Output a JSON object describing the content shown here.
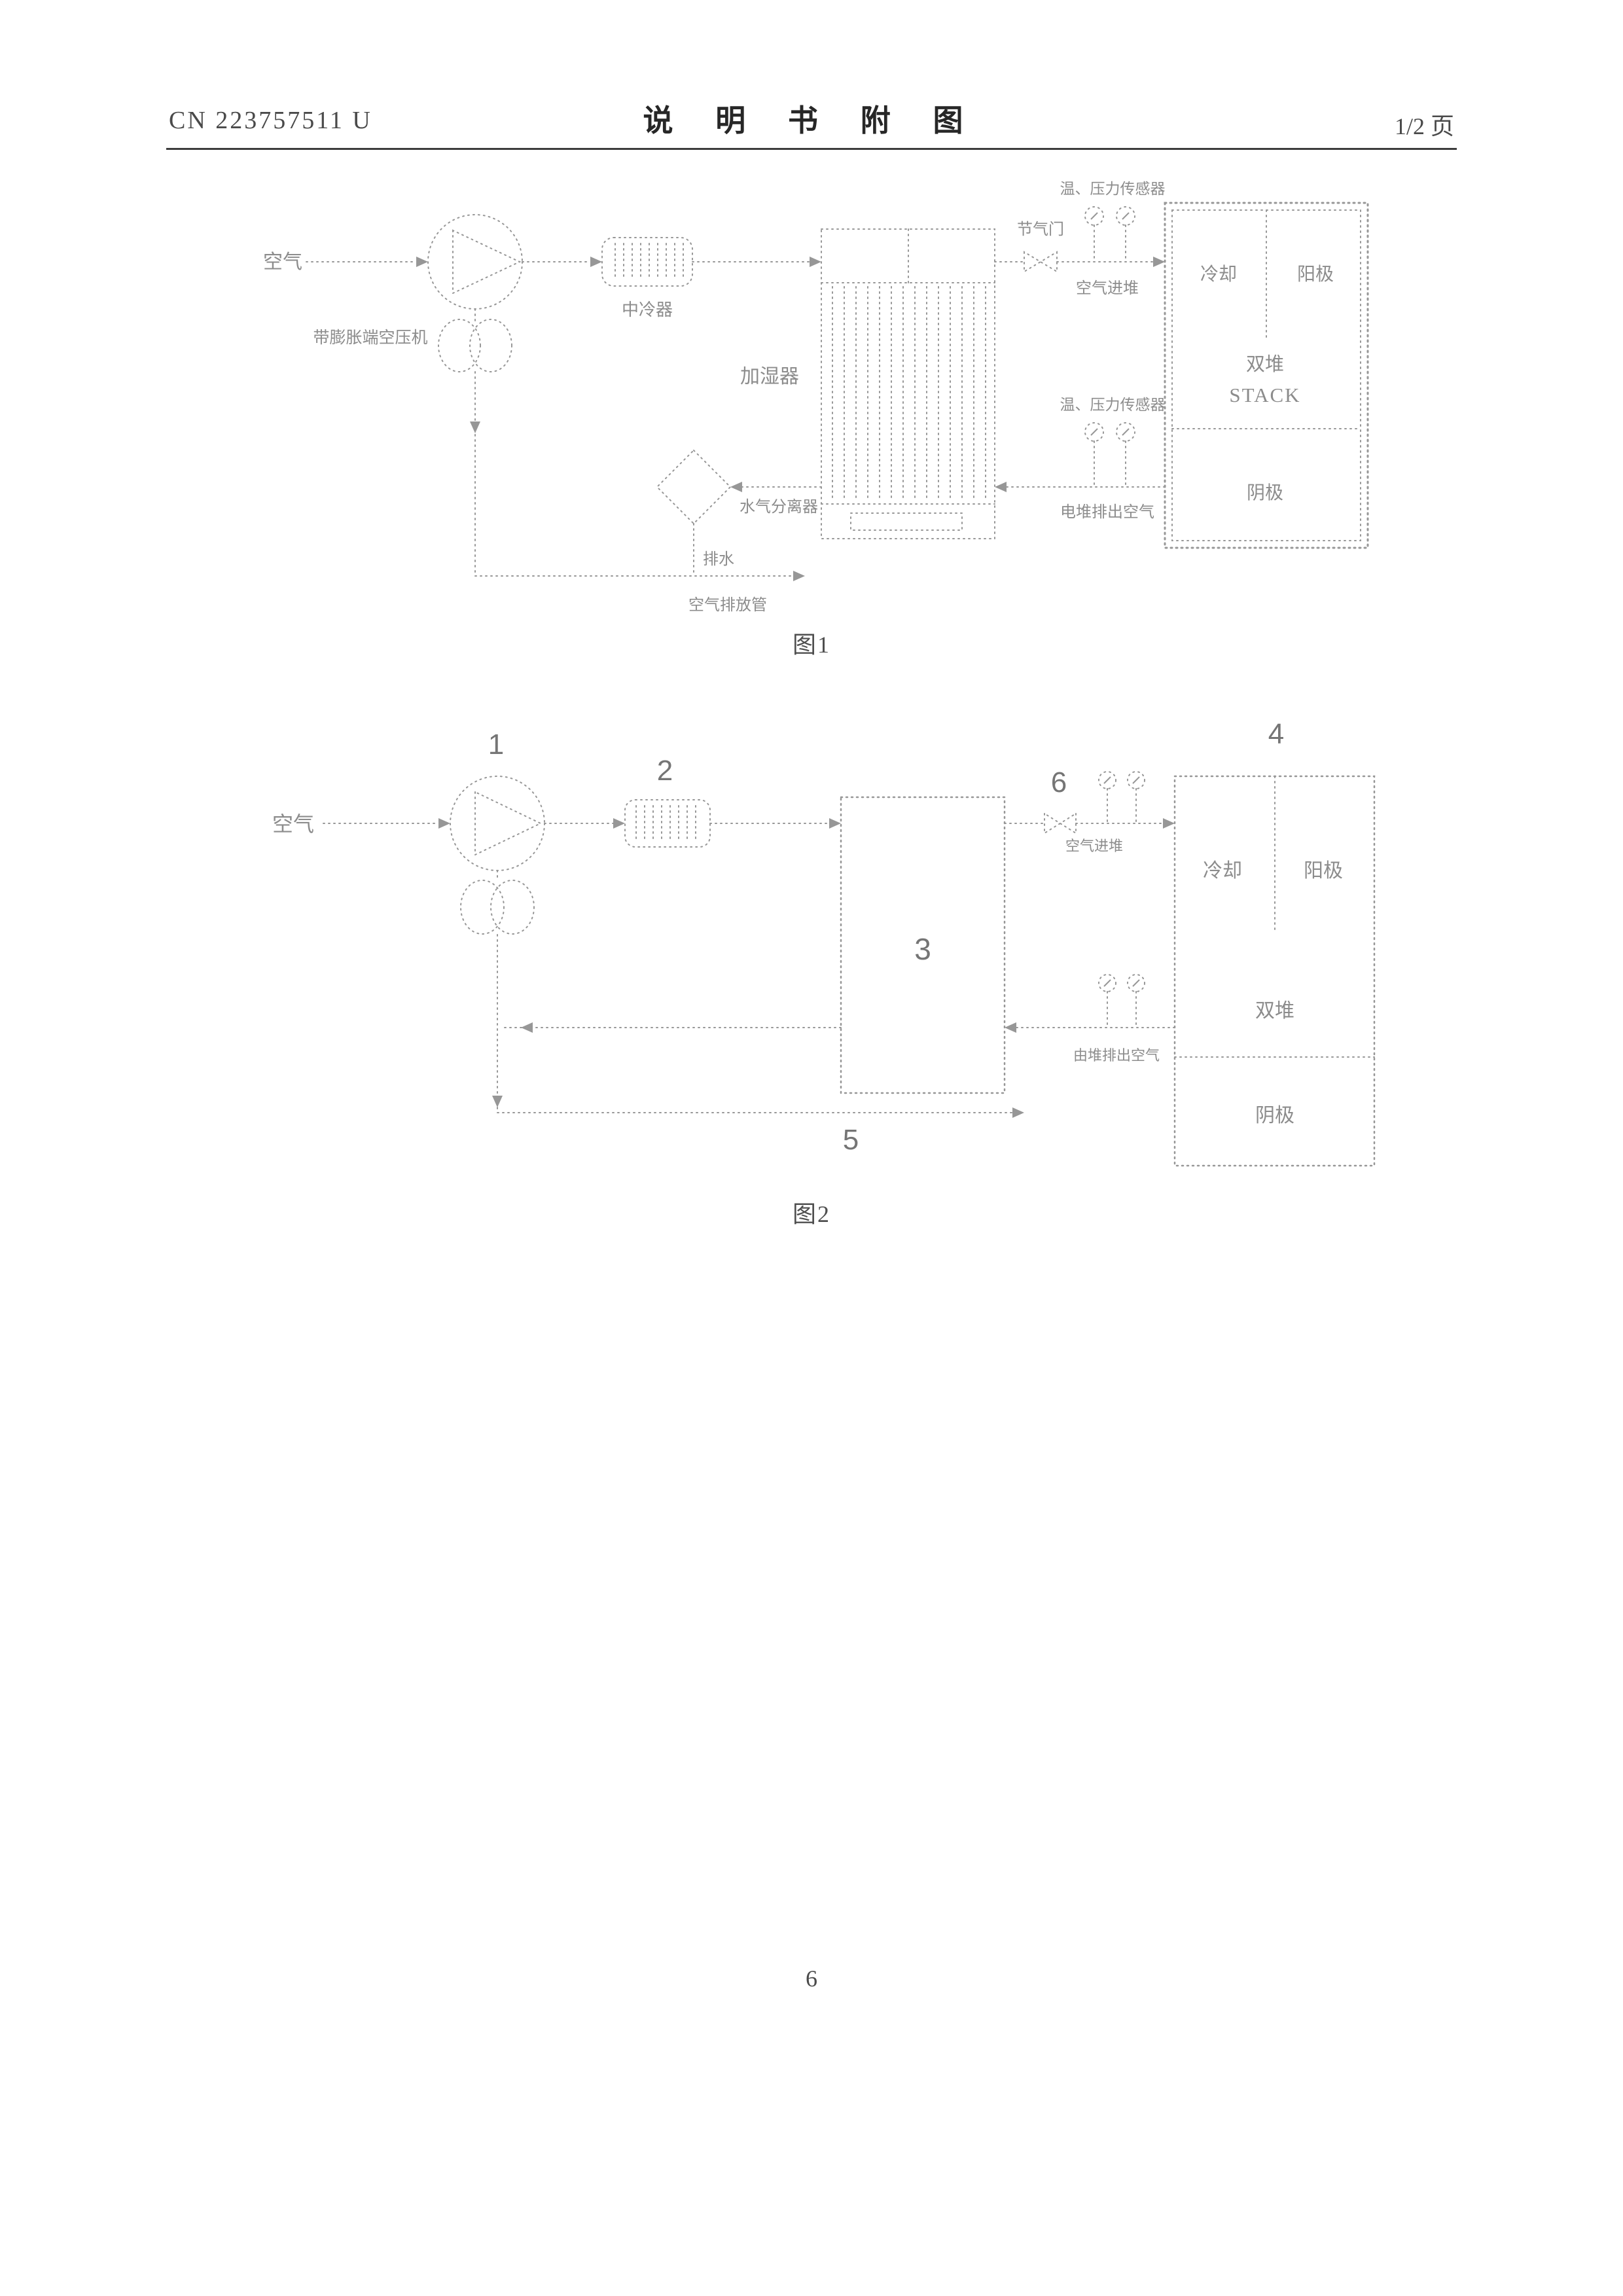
{
  "colors": {
    "diagram_line": "#979797",
    "diagram_text": "#8c8c8c",
    "header_text": "#4a4a4a",
    "rule": "#3c3c3c"
  },
  "header": {
    "patent_number": "CN 223757511 U",
    "doc_title": "说 明 书 附 图",
    "page_indicator": "1/2 页"
  },
  "figure1": {
    "caption": "图1",
    "labels": {
      "air_in": "空气",
      "compressor": "带膨胀端空压机",
      "intercooler": "中冷器",
      "humidifier": "加湿器",
      "throttle_valve": "节气门",
      "sensors_top": "温、压力传感器",
      "air_to_stack": "空气进堆",
      "stack_cooling": "冷却",
      "stack_anode": "阳极",
      "stack_core_cn": "双堆",
      "stack_core_en": "STACK",
      "stack_cathode": "阴极",
      "sensors_bottom": "温、压力传感器",
      "air_from_stack": "电堆排出空气",
      "water_separator": "水气分离器",
      "drain": "排水",
      "exhaust_pipe": "空气排放管"
    }
  },
  "figure2": {
    "caption": "图2",
    "labels": {
      "air_in": "空气",
      "air_to_stack": "空气进堆",
      "air_from_stack": "由堆排出空气",
      "stack_cooling": "冷却",
      "stack_anode": "阳极",
      "stack_core": "双堆",
      "stack_cathode": "阴极"
    },
    "numbers": {
      "compressor": "1",
      "intercooler": "2",
      "humidifier": "3",
      "stack": "4",
      "exhaust": "5",
      "valve": "6"
    }
  },
  "footer": {
    "page_number": "6"
  }
}
